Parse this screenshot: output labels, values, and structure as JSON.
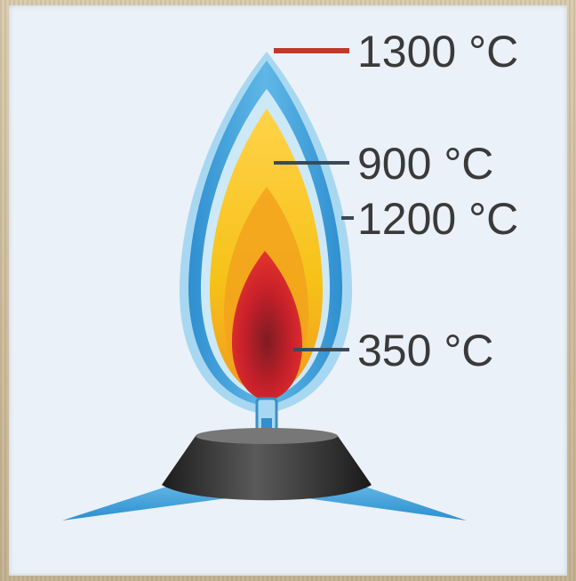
{
  "labels": [
    {
      "id": "outer-tip",
      "text": "1300 °C"
    },
    {
      "id": "middle-zone",
      "text": "900 °C"
    },
    {
      "id": "outer-side",
      "text": "1200 °C"
    },
    {
      "id": "inner-core",
      "text": "350 °C"
    }
  ],
  "colors": {
    "panel": "#eaf1f8",
    "outer_flame": "#3aa3dc",
    "light_blue": "#9fd4ef",
    "yellow": "#f7d21a",
    "orange": "#f2a21c",
    "red": "#d9262a",
    "dark_red": "#8a2025",
    "burner": "#3b3b3b",
    "top_marker": "#c0392b",
    "marker": "#3a4a5a"
  }
}
